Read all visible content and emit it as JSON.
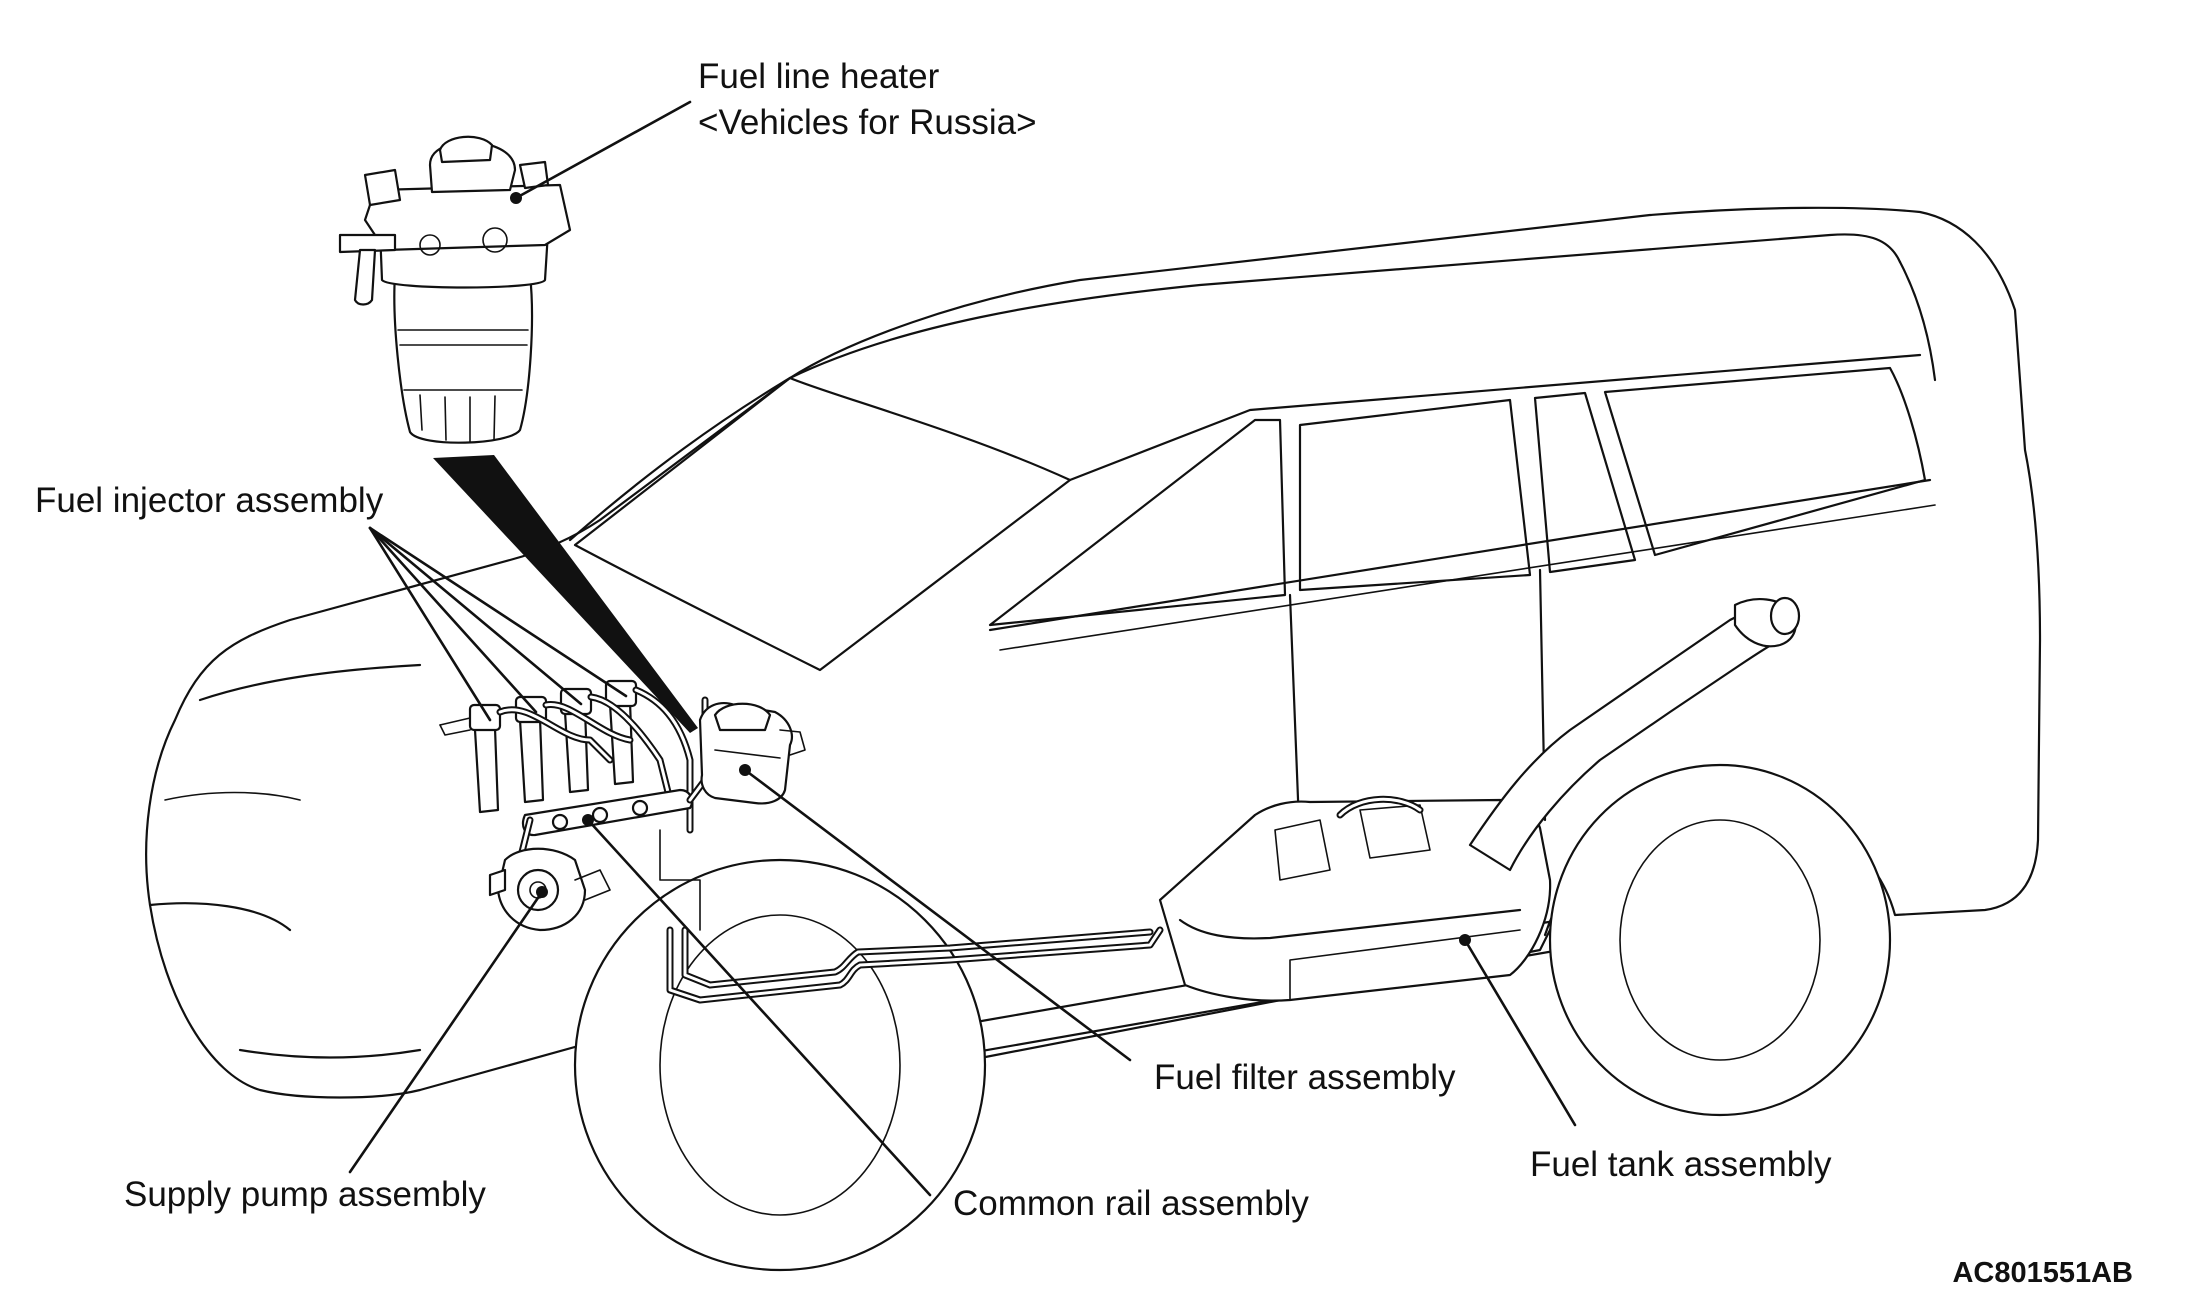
{
  "labels": {
    "fuel_line_heater": "Fuel line heater",
    "fuel_line_heater_note": "<Vehicles for Russia>",
    "fuel_injector": "Fuel injector assembly",
    "supply_pump": "Supply pump assembly",
    "common_rail": "Common rail assembly",
    "fuel_filter": "Fuel filter assembly",
    "fuel_tank": "Fuel tank assembly"
  },
  "figure_code": "AC801551AB"
}
